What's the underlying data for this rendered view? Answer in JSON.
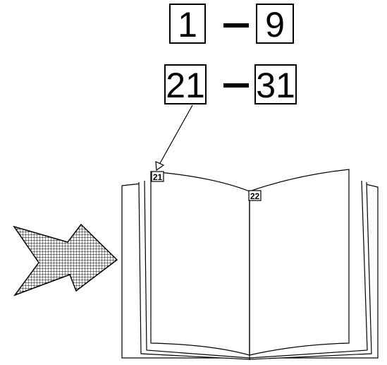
{
  "range_top": {
    "start": "1",
    "end": "9"
  },
  "range_bottom": {
    "start": "21",
    "end": "31"
  },
  "book": {
    "left_page_number": "21",
    "right_page_number": "22"
  },
  "icons": {
    "arrow": "right-arrow-icon",
    "book": "open-book-icon"
  }
}
